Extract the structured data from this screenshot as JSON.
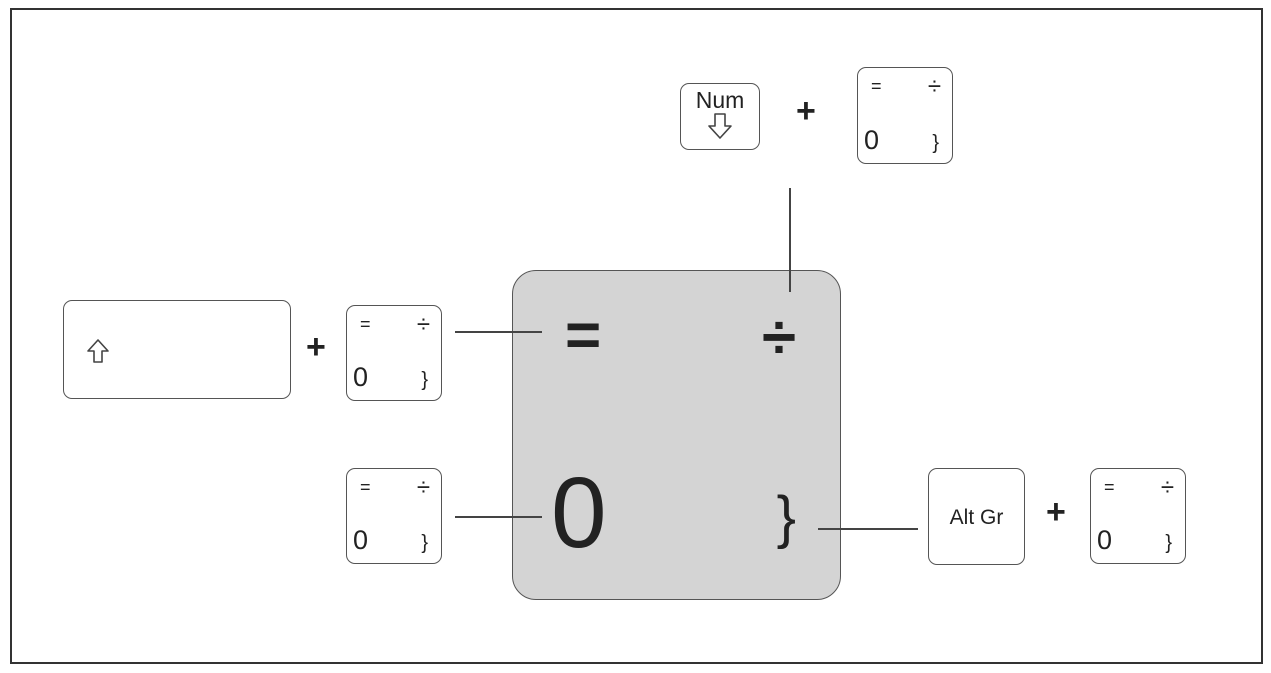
{
  "diagram": {
    "big_key": {
      "top_left": "=",
      "top_right": "÷",
      "bottom_left": "0",
      "bottom_right": "}"
    },
    "small_key": {
      "top_left": "=",
      "top_right": "÷",
      "bottom_left": "0",
      "bottom_right": "}"
    },
    "num_key_label": "Num",
    "altgr_key_label": "Alt Gr",
    "plus_sign": "+",
    "icons": {
      "num_lock": "down-arrow-icon",
      "shift": "up-arrow-icon"
    }
  }
}
